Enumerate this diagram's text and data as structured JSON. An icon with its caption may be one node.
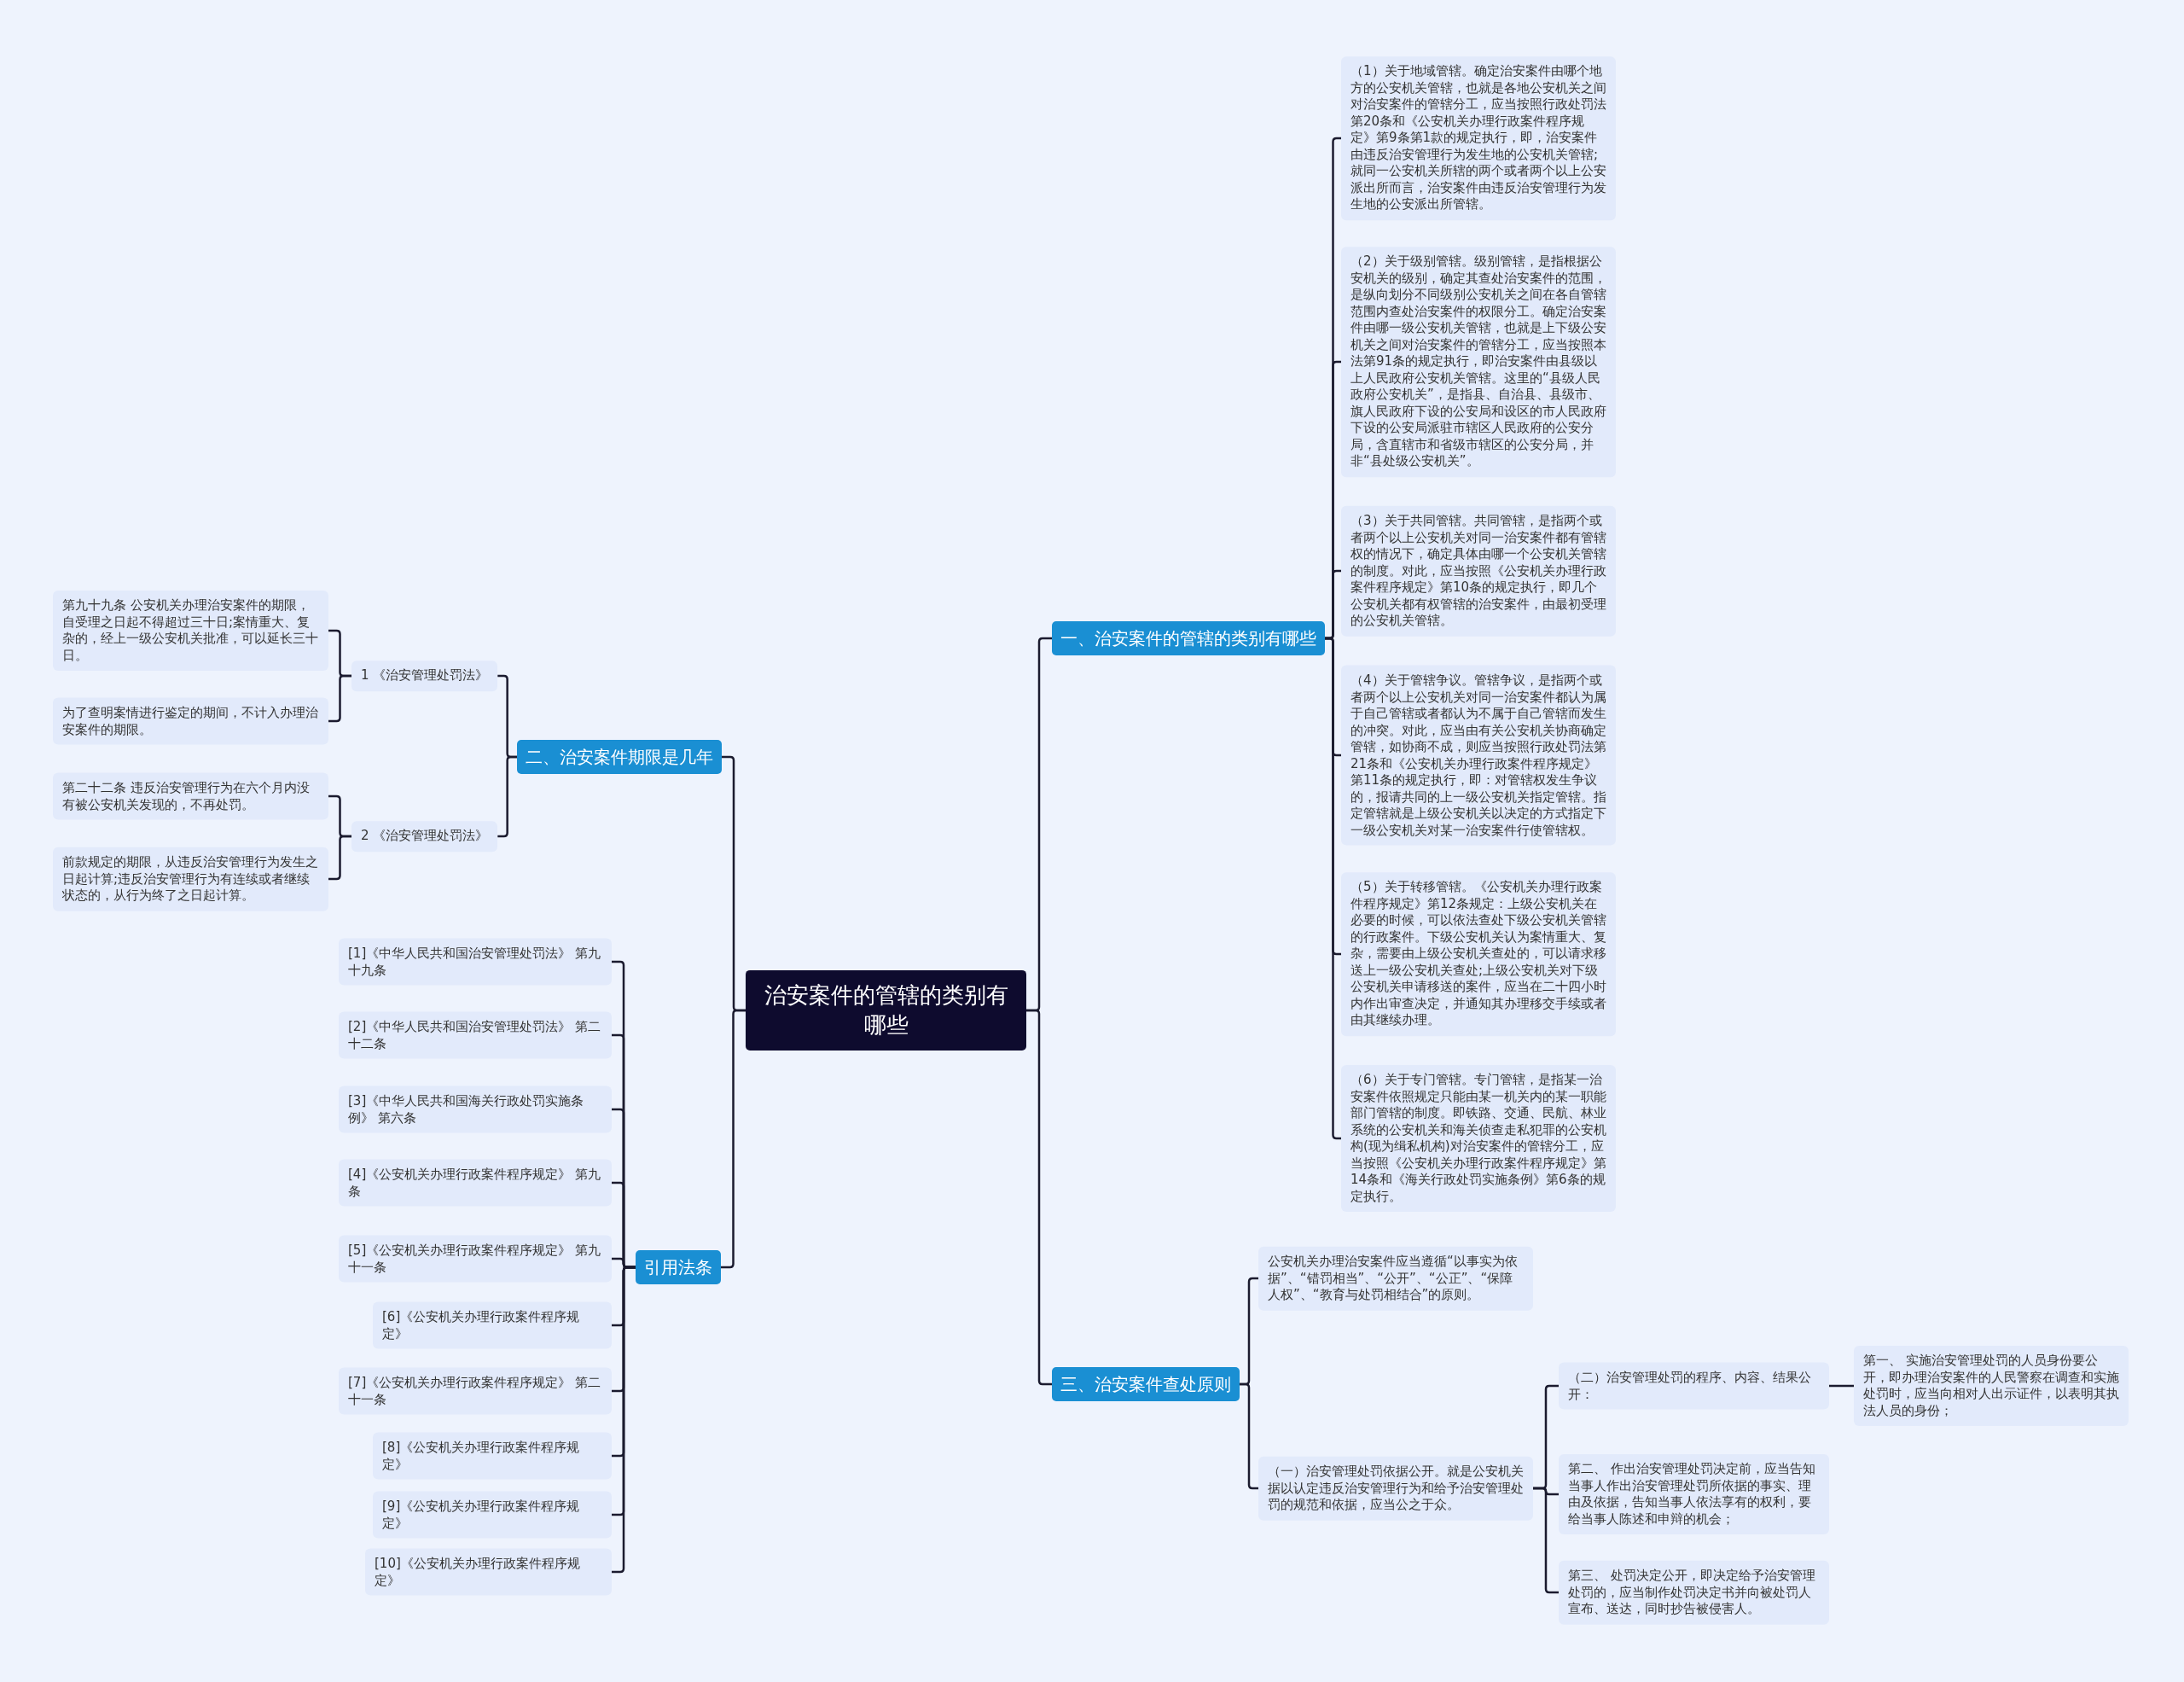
{
  "diagram": {
    "nodes": [
      {
        "text": [
          "治安案件的管辖的类别有哪些"
        ]
      },
      {
        "text": [
          "一、治安案件的管辖的类别有哪些"
        ]
      },
      {
        "text": [
          "（1）关于地域管辖。确定治安案件由哪个地方的公安机关管辖，也就是各地公安机关之间对治安案件的管辖分工，应当按照行政处罚法第20条和《公安机关办理行政案件程序规定》第9条第1款的规定执行，即，治安案件由违反治安管理行为发生地的公安机关管辖;就同一公安机关所辖的两个或者两个以上公安派出所而言，治安案件由违反治安管理行为发生地的公安派出所管辖。"
        ]
      },
      {
        "text": [
          "（2）关于级别管辖。级别管辖，是指根据公安机关的级别，确定其查处治安案件的范围，是纵向划分不同级别公安机关之间在各自管辖范围内查处治安案件的权限分工。确定治安案件由哪一级公安机关管辖，也就是上下级公安机关之间对治安案件的管辖分工，应当按照本法第91条的规定执行，即治安案件由县级以上人民政府公安机关管辖。这里的“县级人民政府公安机关”，是指县、自治县、县级市、旗人民政府下设的公安局和设区的市人民政府下设的公安局派驻市辖区人民政府的公安分局，含直辖市和省级市辖区的公安分局，并非“县处级公安机关”。"
        ]
      },
      {
        "text": [
          "（3）关于共同管辖。共同管辖，是指两个或者两个以上公安机关对同一治安案件都有管辖权的情况下，确定具体由哪一个公安机关管辖的制度。对此，应当按照《公安机关办理行政案件程序规定》第10条的规定执行，即几个公安机关都有权管辖的治安案件，由最初受理的公安机关管辖。"
        ]
      },
      {
        "text": [
          "（4）关于管辖争议。管辖争议，是指两个或者两个以上公安机关对同一治安案件都认为属于自己管辖或者都认为不属于自己管辖而发生的冲突。对此，应当由有关公安机关协商确定管辖，如协商不成，则应当按照行政处罚法第21条和《公安机关办理行政案件程序规定》第11条的规定执行，即：对管辖权发生争议的，报请共同的上一级公安机关指定管辖。指定管辖就是上级公安机关以决定的方式指定下一级公安机关对某一治安案件行使管辖权。"
        ]
      },
      {
        "text": [
          "（5）关于转移管辖。《公安机关办理行政案件程序规定》第12条规定：上级公安机关在必要的时候，可以依法查处下级公安机关管辖的行政案件。下级公安机关认为案情重大、复杂，需要由上级公安机关查处的，可以请求移送上一级公安机关查处;上级公安机关对下级公安机关申请移送的案件，应当在二十四小时内作出审查决定，并通知其办理移交手续或者由其继续办理。"
        ]
      },
      {
        "text": [
          "（6）关于专门管辖。专门管辖，是指某一治安案件依照规定只能由某一机关内的某一职能部门管辖的制度。即铁路、交通、民航、林业系统的公安机关和海关侦查走私犯罪的公安机构(现为缉私机构)对治安案件的管辖分工，应当按照《公安机关办理行政案件程序规定》第14条和《海关行政处罚实施条例》第6条的规定执行。"
        ]
      },
      {
        "text": [
          "二、治安案件期限是几年"
        ]
      },
      {
        "text": [
          "1 《治安管理处罚法》"
        ]
      },
      {
        "text": [
          "第九十九条 公安机关办理治安案件的期限，自受理之日起不得超过三十日;案情重大、复杂的，经上一级公安机关批准，可以延长三十日。"
        ]
      },
      {
        "text": [
          "为了查明案情进行鉴定的期间，不计入办理治安案件的期限。"
        ]
      },
      {
        "text": [
          "2 《治安管理处罚法》"
        ]
      },
      {
        "text": [
          "第二十二条 违反治安管理行为在六个月内没有被公安机关发现的，不再处罚。"
        ]
      },
      {
        "text": [
          "前款规定的期限，从违反治安管理行为发生之日起计算;违反治安管理行为有连续或者继续状态的，从行为终了之日起计算。"
        ]
      },
      {
        "text": [
          "引用法条"
        ]
      },
      {
        "text": [
          "[1]《中华人民共和国治安管理处罚法》 第九十九条"
        ]
      },
      {
        "text": [
          "[2]《中华人民共和国治安管理处罚法》 第二十二条"
        ]
      },
      {
        "text": [
          "[3]《中华人民共和国海关行政处罚实施条例》 第六条"
        ]
      },
      {
        "text": [
          "[4]《公安机关办理行政案件程序规定》 第九条"
        ]
      },
      {
        "text": [
          "[5]《公安机关办理行政案件程序规定》 第九十一条"
        ]
      },
      {
        "text": [
          "[6]《公安机关办理行政案件程序规定》"
        ]
      },
      {
        "text": [
          "[7]《公安机关办理行政案件程序规定》 第二十一条"
        ]
      },
      {
        "text": [
          "[8]《公安机关办理行政案件程序规定》"
        ]
      },
      {
        "text": [
          "[9]《公安机关办理行政案件程序规定》"
        ]
      },
      {
        "text": [
          "[10]《公安机关办理行政案件程序规定》"
        ]
      },
      {
        "text": [
          "三、治安案件查处原则"
        ]
      },
      {
        "text": [
          "公安机关办理治安案件应当遵循“以事实为依据”、“错罚相当”、“公开”、“公正”、“保障人权”、“教育与处罚相结合”的原则。"
        ]
      },
      {
        "text": [
          "（一）治安管理处罚依据公开。就是公安机关据以认定违反治安管理行为和给予治安管理处罚的规范和依据，应当公之于众。"
        ]
      },
      {
        "text": [
          "（二）治安管理处罚的程序、内容、结果公开："
        ]
      },
      {
        "text": [
          "第一、 实施治安管理处罚的人员身份要公开，即办理治安案件的人民警察在调查和实施处罚时，应当向相对人出示证件，以表明其执法人员的身份；"
        ]
      },
      {
        "text": [
          "第二、 作出治安管理处罚决定前，应当告知当事人作出治安管理处罚所依据的事实、理由及依据，告知当事人依法享有的权利，要给当事人陈述和申辩的机会；"
        ]
      },
      {
        "text": [
          "第三、 处罚决定公开，即决定给予治安管理处罚的，应当制作处罚决定书并向被处罚人宣布、送达，同时抄告被侵害人。"
        ]
      }
    ],
    "edges": [
      {
        "from": 0,
        "to": 1,
        "arrow": "none"
      },
      {
        "from": 1,
        "to": 2,
        "arrow": "none"
      },
      {
        "from": 1,
        "to": 3,
        "arrow": "none"
      },
      {
        "from": 1,
        "to": 4,
        "arrow": "none"
      },
      {
        "from": 1,
        "to": 5,
        "arrow": "none"
      },
      {
        "from": 1,
        "to": 6,
        "arrow": "none"
      },
      {
        "from": 1,
        "to": 7,
        "arrow": "none"
      },
      {
        "from": 0,
        "to": 8,
        "arrow": "none"
      },
      {
        "from": 8,
        "to": 9,
        "arrow": "none"
      },
      {
        "from": 9,
        "to": 10,
        "arrow": "none"
      },
      {
        "from": 9,
        "to": 11,
        "arrow": "none"
      },
      {
        "from": 8,
        "to": 12,
        "arrow": "none"
      },
      {
        "from": 12,
        "to": 13,
        "arrow": "none"
      },
      {
        "from": 12,
        "to": 14,
        "arrow": "none"
      },
      {
        "from": 0,
        "to": 15,
        "arrow": "none"
      },
      {
        "from": 15,
        "to": 16,
        "arrow": "none"
      },
      {
        "from": 15,
        "to": 17,
        "arrow": "none"
      },
      {
        "from": 15,
        "to": 18,
        "arrow": "none"
      },
      {
        "from": 15,
        "to": 19,
        "arrow": "none"
      },
      {
        "from": 15,
        "to": 20,
        "arrow": "none"
      },
      {
        "from": 15,
        "to": 21,
        "arrow": "none"
      },
      {
        "from": 15,
        "to": 22,
        "arrow": "none"
      },
      {
        "from": 15,
        "to": 23,
        "arrow": "none"
      },
      {
        "from": 15,
        "to": 24,
        "arrow": "none"
      },
      {
        "from": 15,
        "to": 25,
        "arrow": "none"
      },
      {
        "from": 0,
        "to": 26,
        "arrow": "none"
      },
      {
        "from": 26,
        "to": 27,
        "arrow": "none"
      },
      {
        "from": 26,
        "to": 28,
        "arrow": "none"
      },
      {
        "from": 28,
        "to": 29,
        "arrow": "none"
      },
      {
        "from": 29,
        "to": 30,
        "arrow": "none"
      },
      {
        "from": 28,
        "to": 31,
        "arrow": "none"
      },
      {
        "from": 28,
        "to": 32,
        "arrow": "none"
      }
    ]
  }
}
